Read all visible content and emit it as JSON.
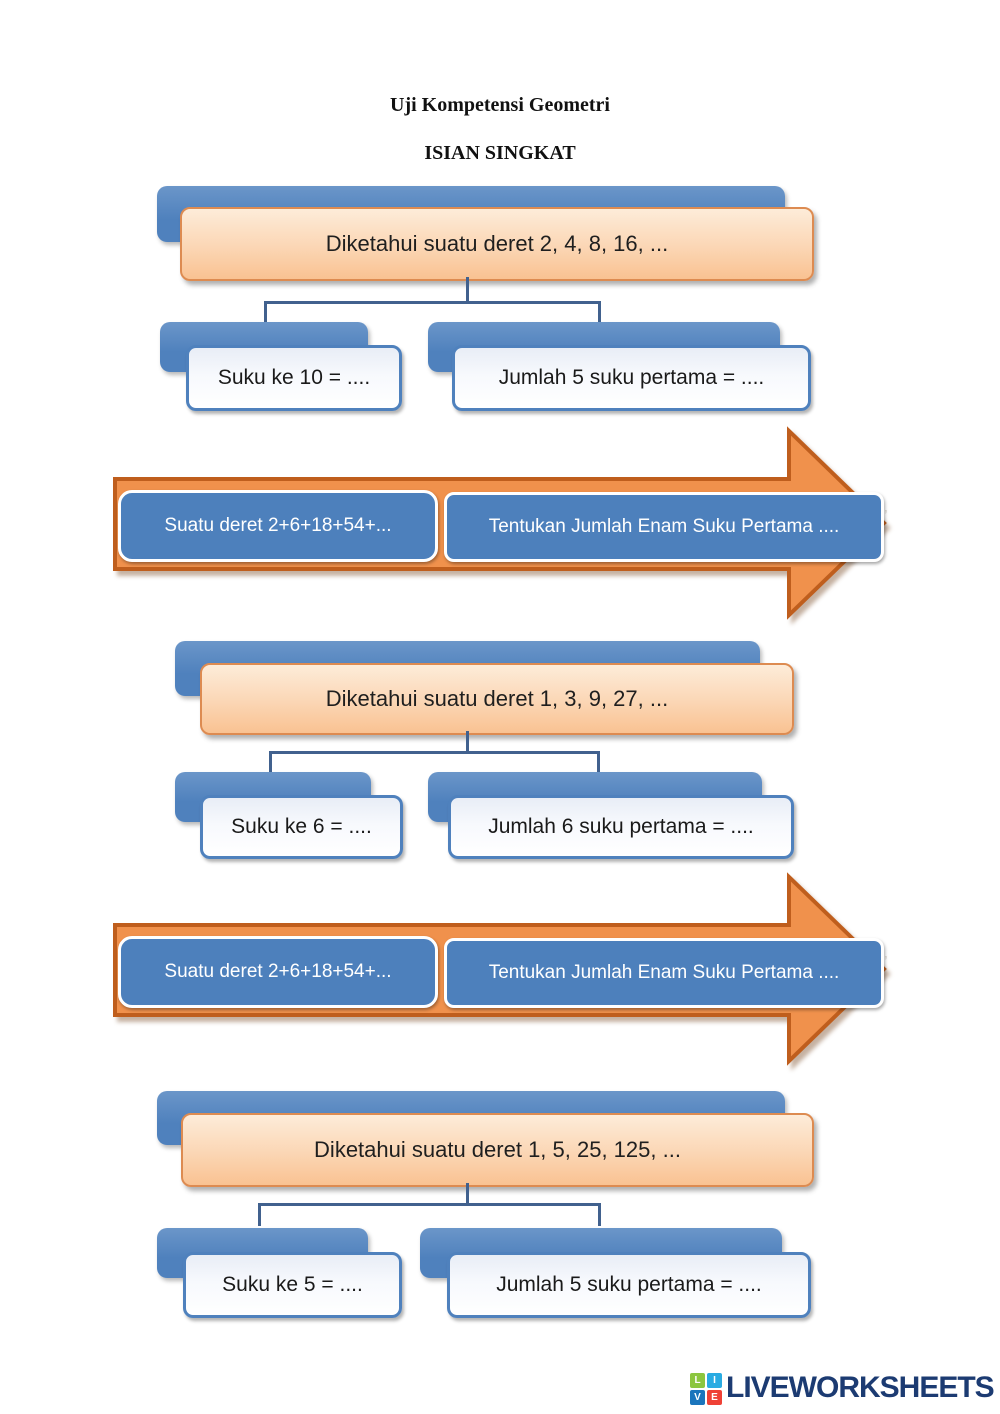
{
  "header": {
    "title": "Uji Kompetensi Geometri",
    "subtitle": "ISIAN SINGKAT"
  },
  "tree1": {
    "parent": "Diketahui suatu deret 2, 4, 8, 16, ...",
    "child_left": "Suku ke 10 = ....",
    "child_right": "Jumlah 5 suku pertama = ...."
  },
  "arrow1": {
    "box_left": "Suatu deret 2+6+18+54+...",
    "box_right": "Tentukan Jumlah Enam Suku Pertama  ...."
  },
  "tree2": {
    "parent": "Diketahui suatu deret 1, 3, 9, 27, ...",
    "child_left": "Suku ke 6 = ....",
    "child_right": "Jumlah 6 suku pertama = ...."
  },
  "arrow2": {
    "box_left": "Suatu deret 2+6+18+54+...",
    "box_right": "Tentukan Jumlah Enam Suku Pertama  ...."
  },
  "tree3": {
    "parent": "Diketahui suatu deret 1, 5, 25, 125, ...",
    "child_left": "Suku ke 5 = ....",
    "child_right": "Jumlah 5 suku pertama = ...."
  },
  "footer": {
    "brand": "LIVEWORKSHEETS",
    "logo": {
      "tl": "L",
      "tr": "I",
      "bl": "V",
      "br": "E"
    }
  },
  "colors": {
    "accent_blue": "#4f81bd",
    "connector_blue": "#41618e",
    "arrow_orange": "#f0914c",
    "arrow_border": "#bf5e1d",
    "peach_top": "#fdecd9",
    "peach_bottom": "#f9c292",
    "peach_border": "#dd8b51",
    "brand_navy": "#1c3b72",
    "logo_green": "#8cc63f",
    "logo_lightblue": "#29abe2",
    "logo_blue": "#1b75bc",
    "logo_red": "#ef4136"
  }
}
